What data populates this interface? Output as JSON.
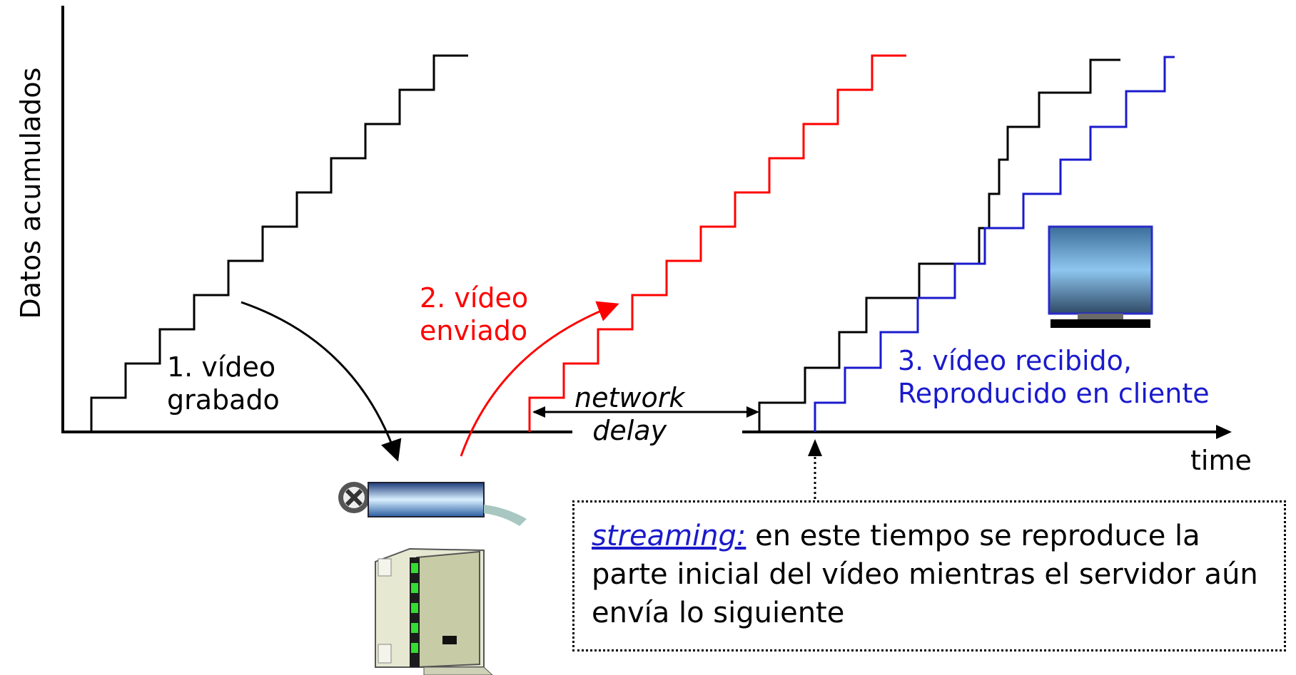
{
  "axis": {
    "ylabel": "Datos acumulados",
    "xlabel": "time"
  },
  "labels": {
    "step1_line1": "1.  vídeo",
    "step1_line2": "grabado",
    "step2_line1": "2. vídeo",
    "step2_line2": "enviado",
    "step3_line1": "3. vídeo recibido,",
    "step3_line2": "Reproducido en cliente",
    "network_line1": "network",
    "network_line2": "delay"
  },
  "note": {
    "emphasis": "streaming:",
    "rest": " en este tiempo se reproduce la parte inicial del vídeo mientras el servidor aún envía lo siguiente"
  },
  "icons": [
    "film-reel-icon",
    "server-icon",
    "monitor-icon"
  ],
  "colors": {
    "recorded": "#000000",
    "sent": "#ff0000",
    "received": "#1a1acc",
    "axes": "#000000"
  }
}
